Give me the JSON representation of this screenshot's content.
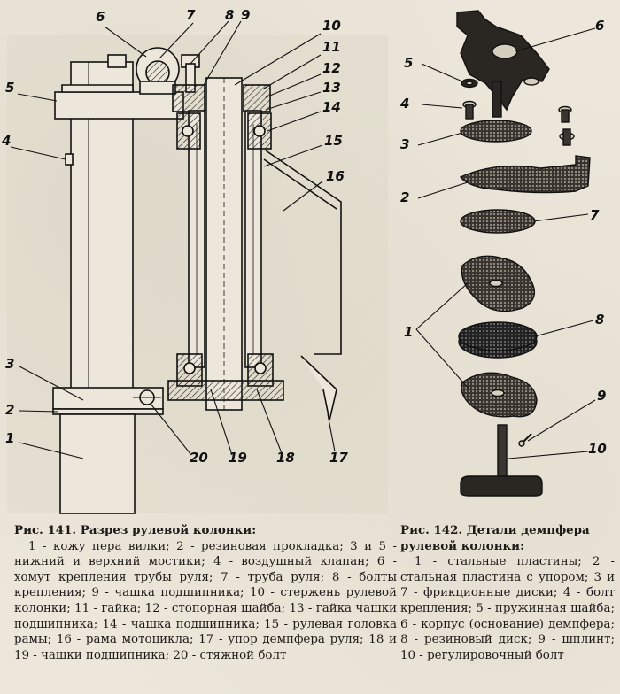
{
  "fig141": {
    "callouts": {
      "c1": "1",
      "c2": "2",
      "c3": "3",
      "c4": "4",
      "c5": "5",
      "c6": "6",
      "c7": "7",
      "c8": "8",
      "c9": "9",
      "c10": "10",
      "c11": "11",
      "c12": "12",
      "c13": "13",
      "c14": "14",
      "c15": "15",
      "c16": "16",
      "c17": "17",
      "c18": "18",
      "c19": "19",
      "c20": "20"
    },
    "caption_title": "Рис. 141. Разрез рулевой колонки:",
    "caption_body": "1 - кожу пера вилки; 2 - резиновая прокладка; 3 и 5 - нижний и верхний мостики; 4 - воздушный клапан; 6 - хомут крепления трубы руля; 7 - труба руля; 8 - болты крепления; 9 - чашка подшипника; 10 - стержень рулевой колонки; 11 - гайка; 12 - стопорная шайба; 13 - гайка чашки подшипника; 14 - чашка подшипника; 15 - рулевая головка рамы; 16 - рама мотоцикла; 17 - упор демпфера руля; 18 и 19 - чашки подшипника; 20 - стяжной болт"
  },
  "fig142": {
    "callouts": {
      "c1": "1",
      "c2": "2",
      "c3": "3",
      "c4": "4",
      "c5": "5",
      "c6": "6",
      "c7": "7",
      "c8": "8",
      "c9": "9",
      "c10": "10"
    },
    "caption_title": "Рис. 142. Детали демпфера рулевой колонки:",
    "caption_body": "1 - стальные пластины; 2 - стальная пластина с упором; 3 и 7 - фрикционные диски; 4 - болт крепления; 5 - пружинная шайба; 6 - корпус (основание) демпфера; 8 - резиновый диск; 9 - шплинт; 10 - регулировочный болт"
  }
}
